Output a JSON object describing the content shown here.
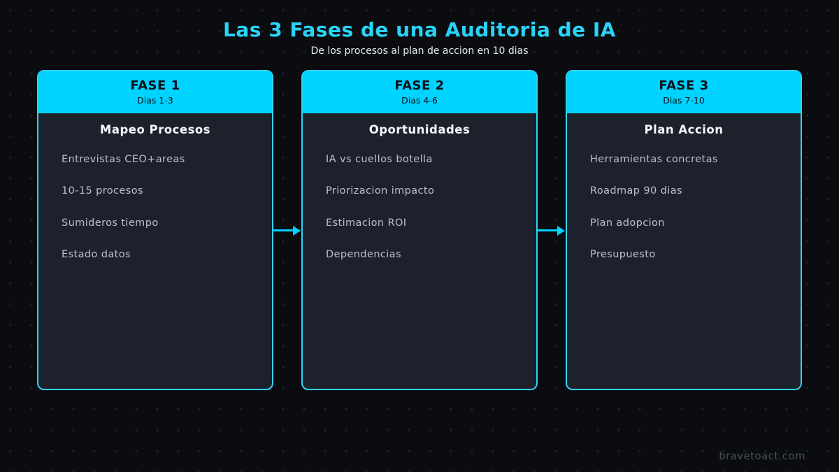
{
  "page": {
    "title": "Las 3 Fases de una Auditoria de IA",
    "subtitle": "De los procesos al plan de accion en 10 dias",
    "watermark": "bravetoact.com"
  },
  "colors": {
    "background": "#0a0c10",
    "accent_cyan": "#00d3ff",
    "card_border": "#31d3f5",
    "card_body": "#1d212c",
    "title_text": "#29d3f7",
    "item_text": "#b9c1cd",
    "watermark_text": "#464d5a"
  },
  "phases": [
    {
      "label": "FASE 1",
      "days": "Dias 1-3",
      "heading": "Mapeo Procesos",
      "items": [
        "Entrevistas CEO+areas",
        "10-15 procesos",
        "Sumideros tiempo",
        "Estado datos"
      ]
    },
    {
      "label": "FASE 2",
      "days": "Dias 4-6",
      "heading": "Oportunidades",
      "items": [
        "IA vs cuellos botella",
        "Priorizacion impacto",
        "Estimacion ROI",
        "Dependencias"
      ]
    },
    {
      "label": "FASE 3",
      "days": "Dias 7-10",
      "heading": "Plan Accion",
      "items": [
        "Herramientas concretas",
        "Roadmap 90 dias",
        "Plan adopcion",
        "Presupuesto"
      ]
    }
  ]
}
